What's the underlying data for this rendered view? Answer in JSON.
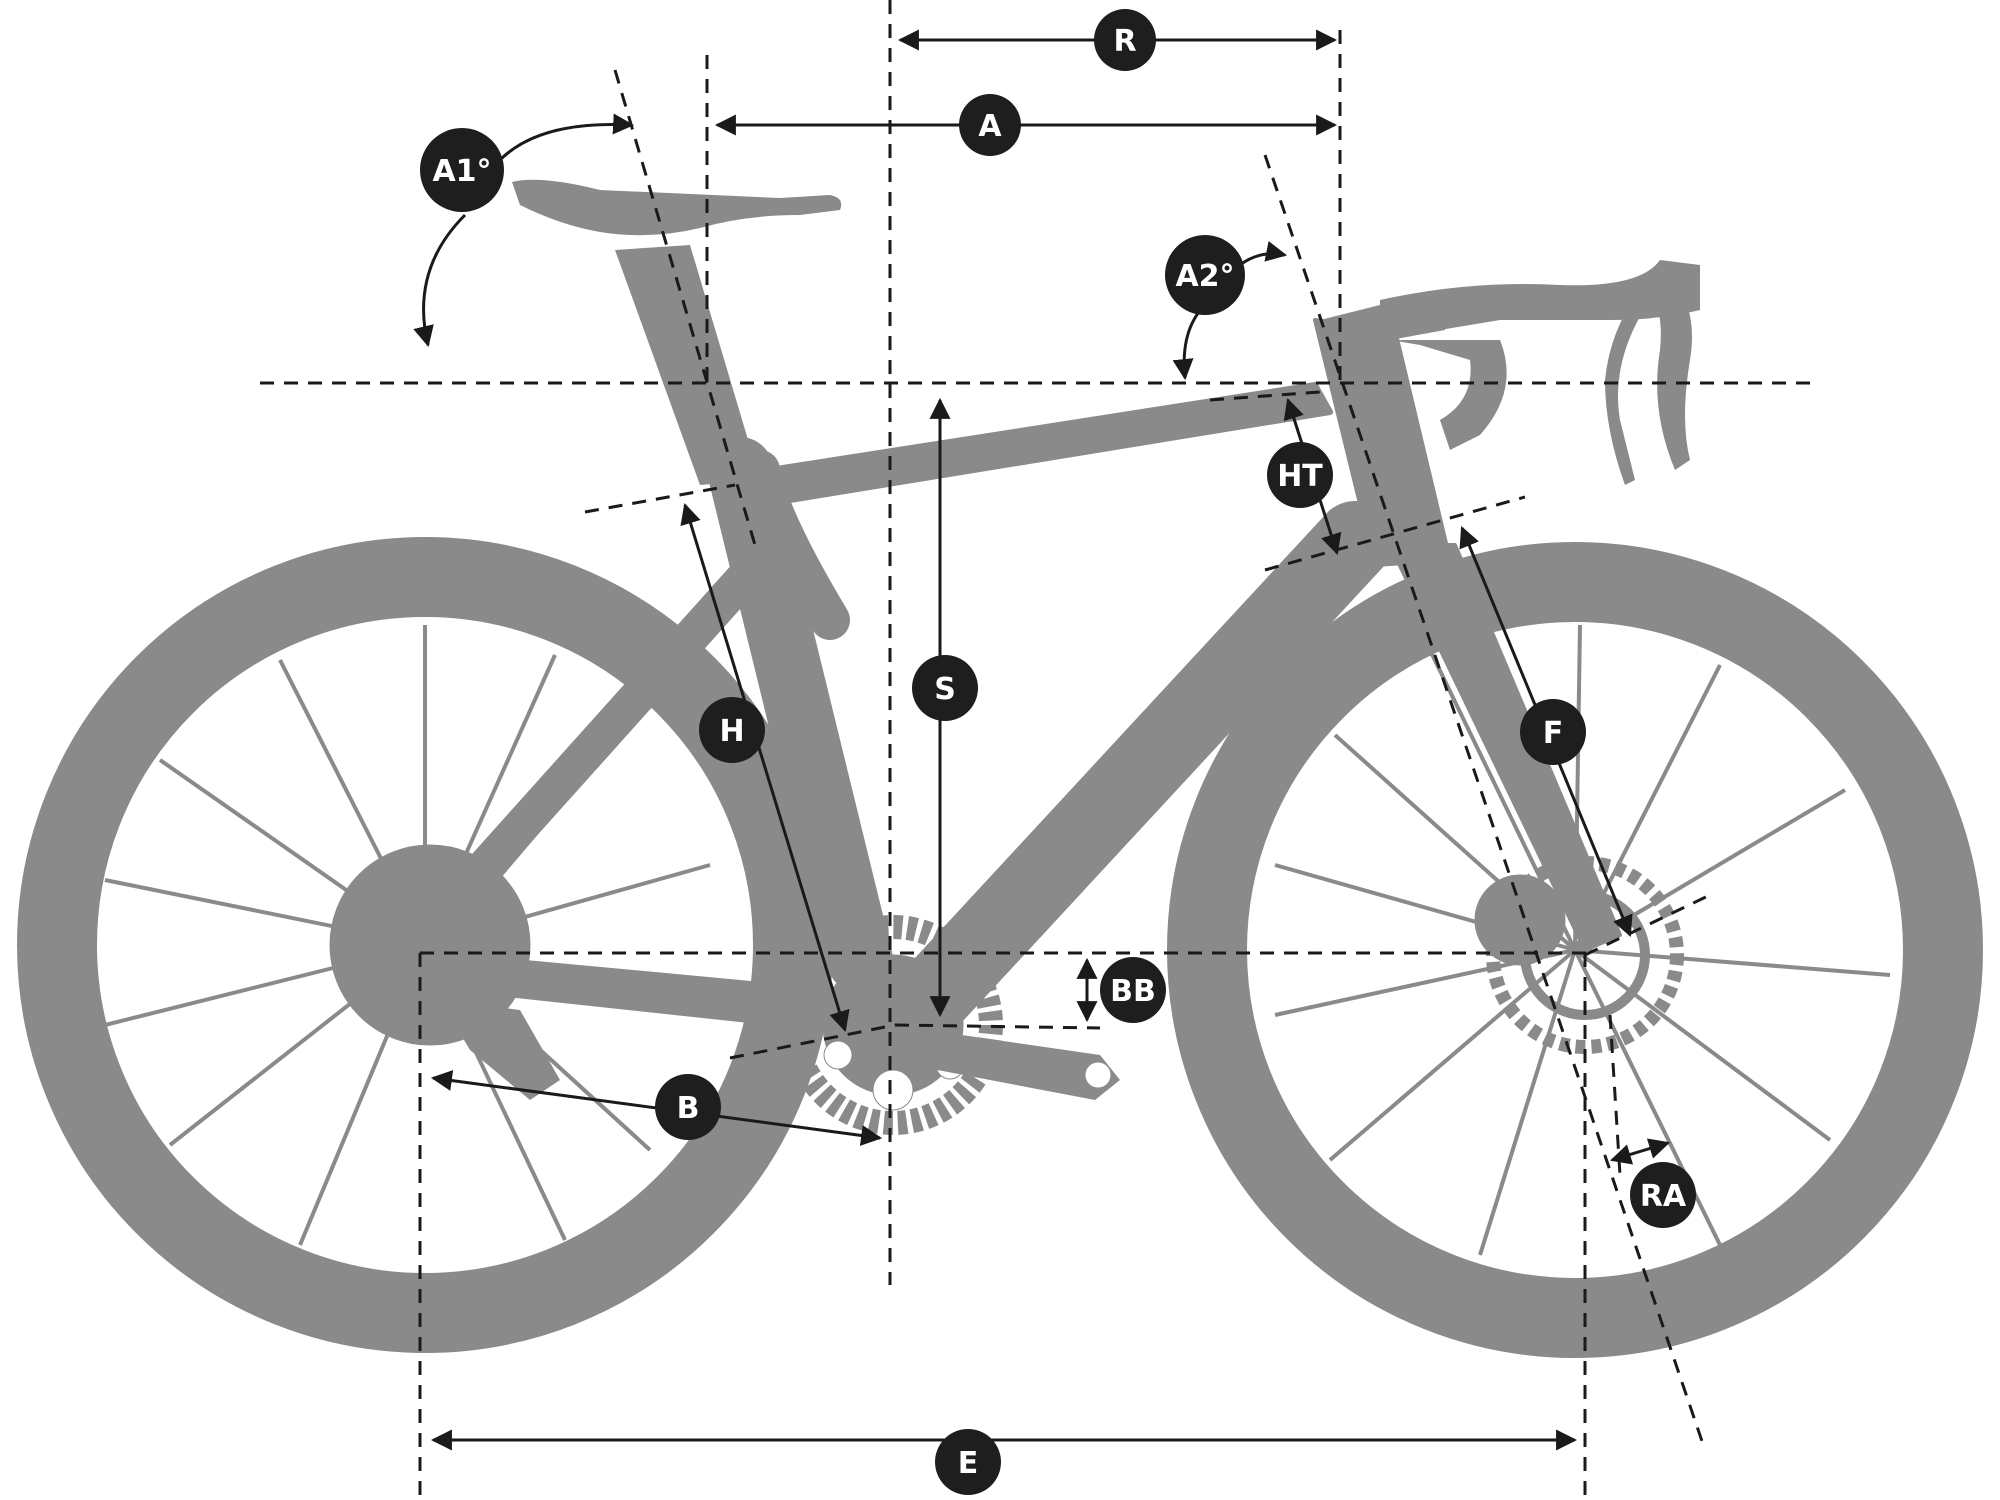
{
  "labels": {
    "R": "R",
    "A": "A",
    "A1": "A1°",
    "A2": "A2°",
    "HT": "HT",
    "S": "S",
    "H": "H",
    "F": "F",
    "BB": "BB",
    "B": "B",
    "RA": "RA",
    "E": "E"
  },
  "colors": {
    "bike": "#8a8a8a",
    "lines": "#1a1a1a",
    "badge": "#1e1e1e",
    "badge_text": "#ffffff",
    "background": "#ffffff"
  }
}
